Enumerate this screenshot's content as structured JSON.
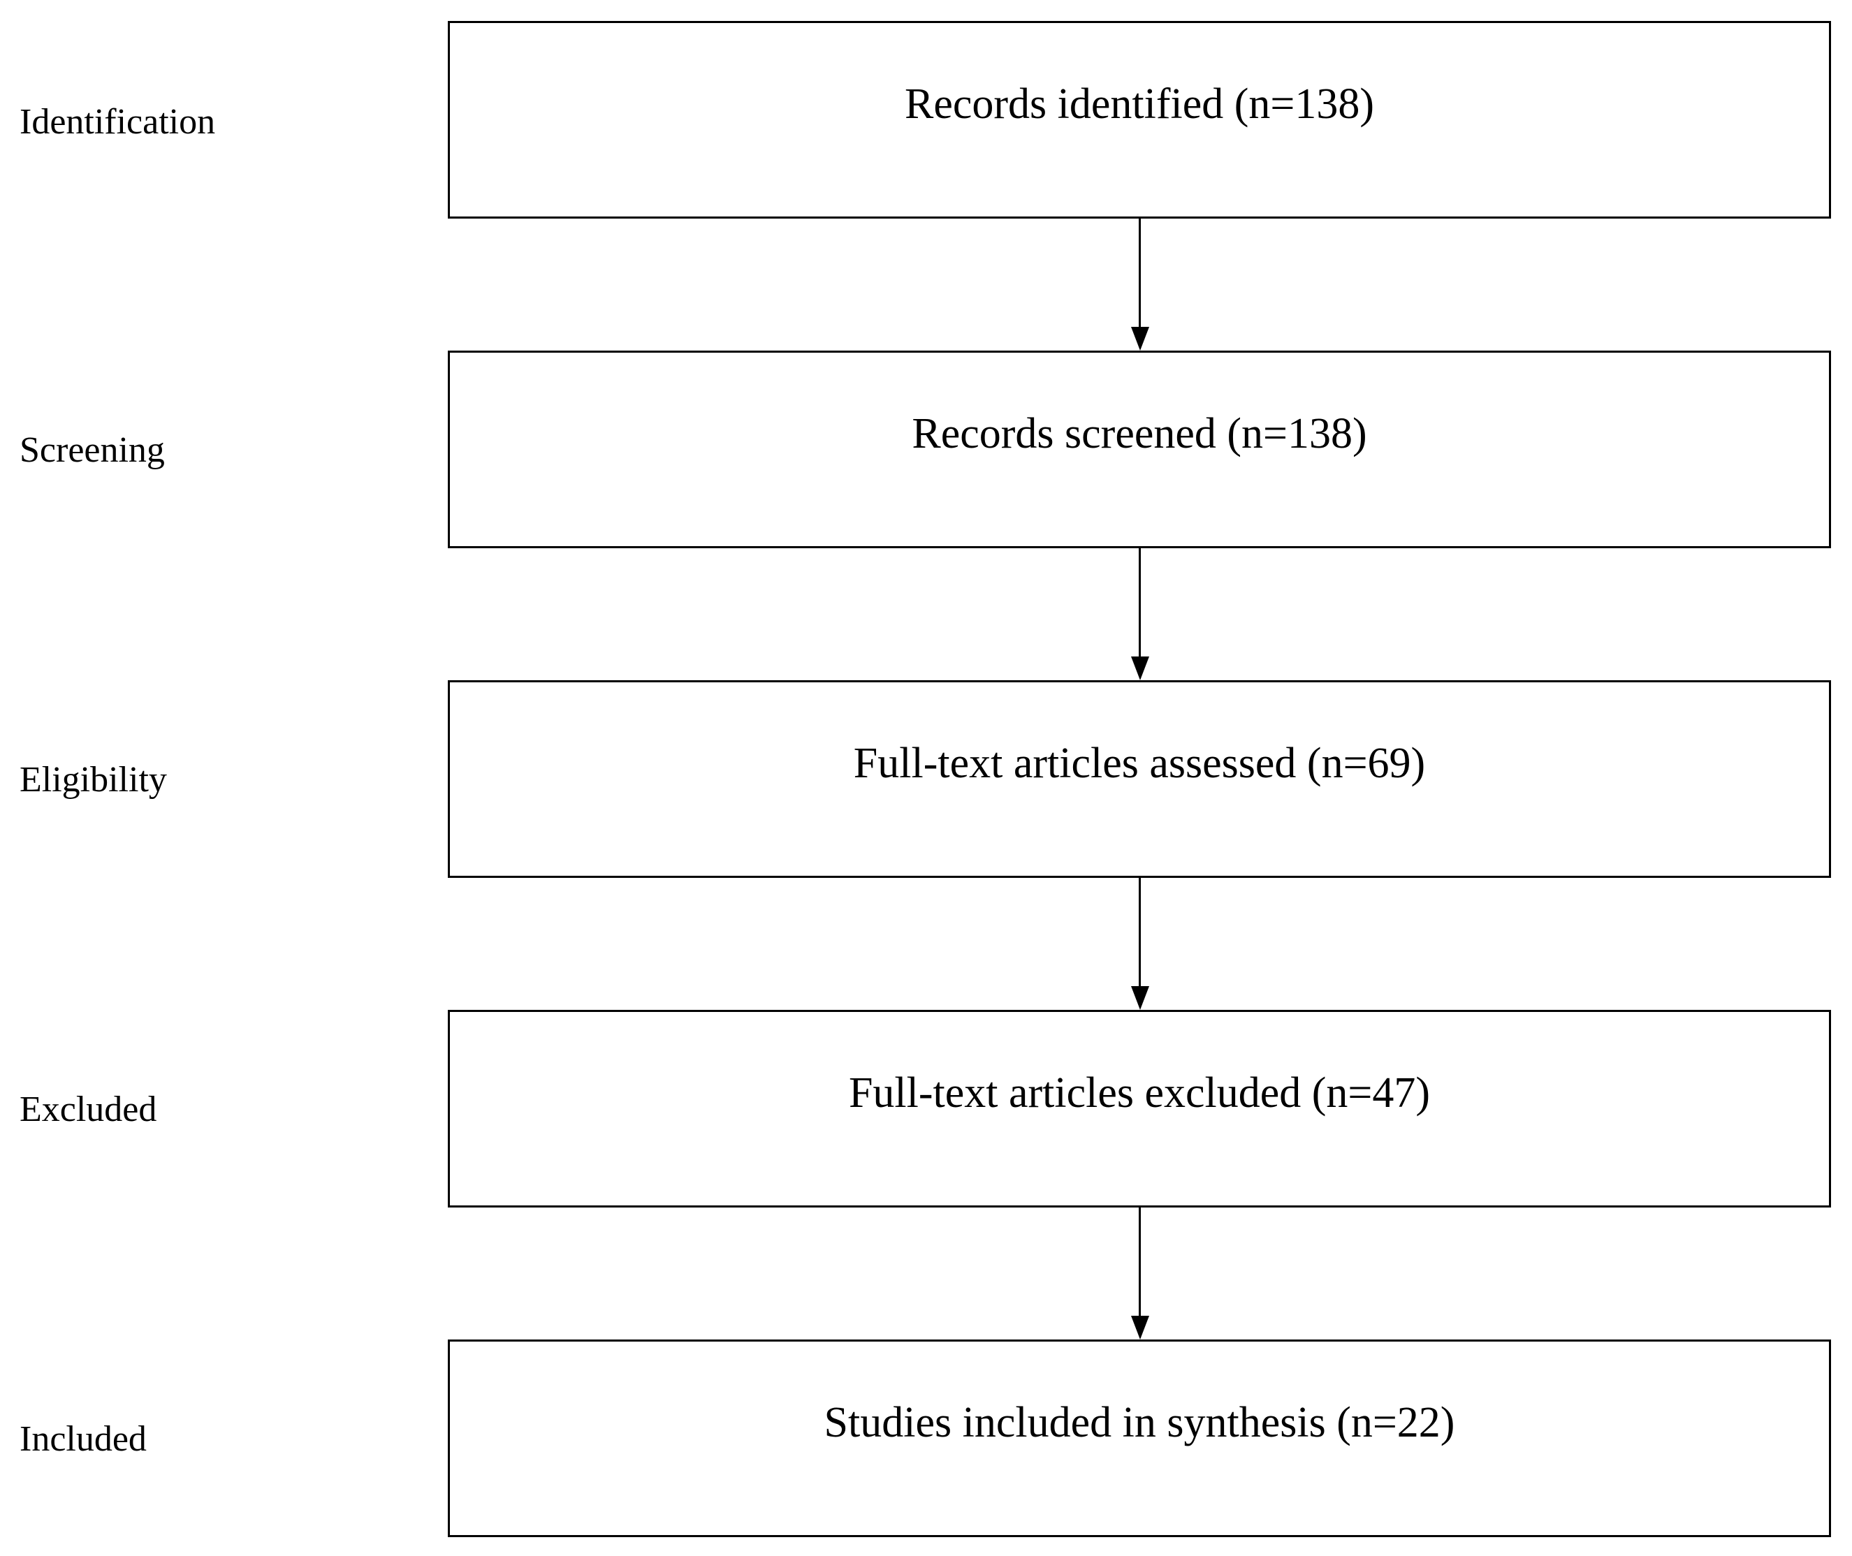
{
  "stages": [
    {
      "label": "Identification",
      "box_text": "Records identified (n=138)"
    },
    {
      "label": "Screening",
      "box_text": "Records screened (n=138)"
    },
    {
      "label": "Eligibility",
      "box_text": "Full-text articles assessed (n=69)"
    },
    {
      "label": "Excluded",
      "box_text": "Full-text articles excluded (n=47)"
    },
    {
      "label": "Included",
      "box_text": "Studies included in synthesis (n=22)"
    }
  ],
  "colors": {
    "line": "#000000",
    "background": "#ffffff"
  }
}
